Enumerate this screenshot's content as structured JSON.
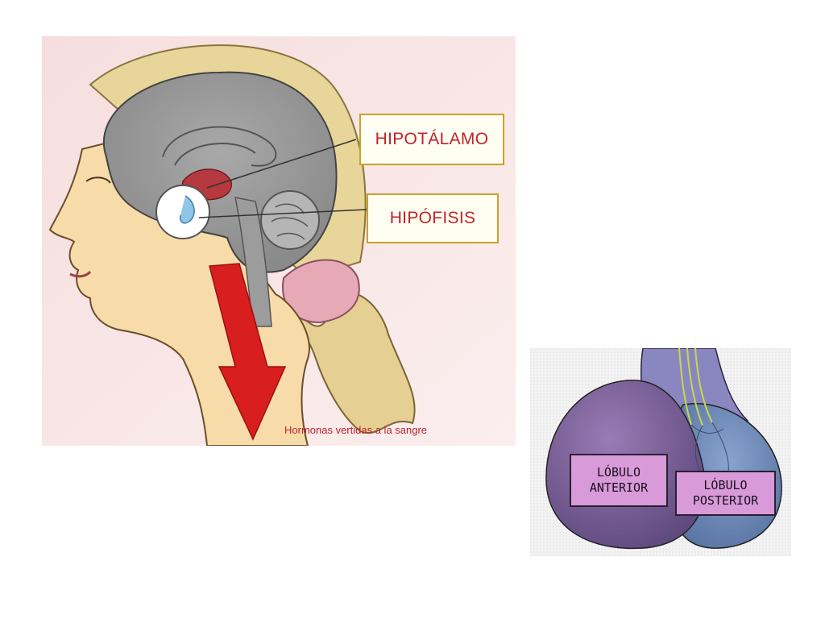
{
  "head_diagram": {
    "labels": {
      "hipotalamo": "HIPOTÁLAMO",
      "hipofisis": "HIPÓFISIS"
    },
    "caption": "Hormonas vertidas a la sangre"
  },
  "pituitary_diagram": {
    "anterior": [
      "LÓBULO",
      "ANTERIOR"
    ],
    "posterior": [
      "LÓBULO",
      "POSTERIOR"
    ]
  },
  "colors": {
    "label_text": "#c0232b",
    "label_border": "#c9a227",
    "arrow": "#d81e1e",
    "lobe_box": "#d89ad8"
  }
}
